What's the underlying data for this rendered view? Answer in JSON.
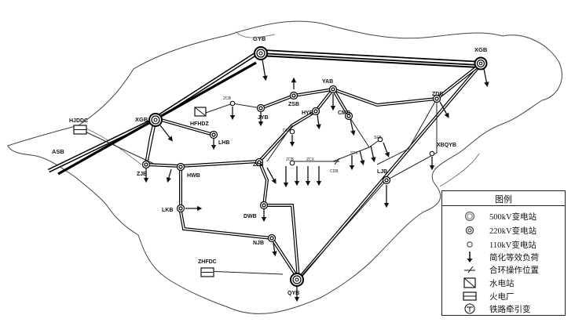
{
  "legend": {
    "title": "图例",
    "items": [
      {
        "key": "s500",
        "label": "500kV变电站"
      },
      {
        "key": "s220",
        "label": "220kV变电站"
      },
      {
        "key": "s110",
        "label": "110kV变电站"
      },
      {
        "key": "load",
        "label": "简化等效负荷"
      },
      {
        "key": "switch",
        "label": "合环操作位置"
      },
      {
        "key": "hydro",
        "label": "水电站"
      },
      {
        "key": "thermal",
        "label": "火电厂"
      },
      {
        "key": "rail",
        "label": "铁路牵引变"
      }
    ]
  },
  "stations": {
    "GYB": "GYB",
    "XGB_top": "XGB",
    "XGB": "XGB",
    "ASB": "ASB",
    "HJDDC": "HJDDC",
    "HFHDZ": "HFHDZ",
    "ZCB": "ZCB",
    "JYB": "JYB",
    "ZSB": "ZSB",
    "YAB": "YAB",
    "HYB": "HYB",
    "CMB": "CMB",
    "ZDB": "ZDB",
    "XBQYB": "XBQYB",
    "LHB": "LHB",
    "DSB": "DSB",
    "SFB": "SFB",
    "ZJB": "ZJB",
    "HWB": "HWB",
    "ZLB": "ZLB",
    "ZCB2": "ZCB",
    "ZCX": "ZCX",
    "CDB": "CDB",
    "STX": "STX",
    "LJB": "LJB",
    "LKB": "LKB",
    "DWB": "DWB",
    "NJB": "NJB",
    "ZHFDC": "ZHFDC",
    "QYB": "QYB"
  }
}
